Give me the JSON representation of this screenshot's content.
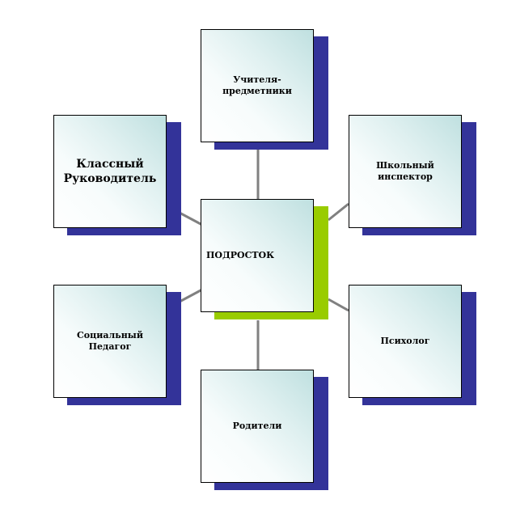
{
  "diagram": {
    "center": {
      "label": "ПОДРОСТОК"
    },
    "nodes": {
      "teachers": "Учителя-предметники",
      "class_teacher": "Классный Руководитель",
      "inspector": "Школьный инспектор",
      "social_pedagogue": "Социальный Педагог",
      "psychologist": "Психолог",
      "parents": "Родители"
    },
    "colors": {
      "center_shadow": "#99cc00",
      "node_shadow": "#333399",
      "connector": "#808080",
      "box_gradient_dark": "#bfe0e0",
      "box_gradient_light": "#ffffff"
    }
  }
}
